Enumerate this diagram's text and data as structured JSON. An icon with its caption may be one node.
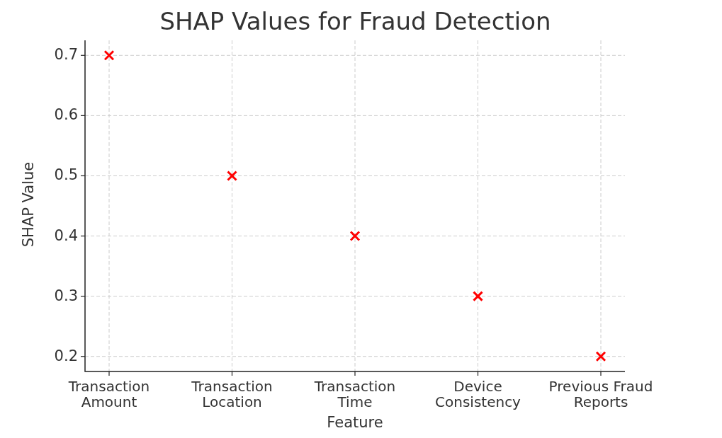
{
  "diagram": {
    "title": "SHAP Values for Fraud Detection",
    "chart_data": {
      "type": "scatter",
      "xlabel": "Feature",
      "ylabel": "SHAP Value",
      "categories": [
        "Transaction Amount",
        "Transaction Location",
        "Transaction Time",
        "Device Consistency",
        "Previous Fraud Reports"
      ],
      "series": [
        {
          "color": "#ff0000",
          "values": [
            0.7,
            0.5,
            0.4,
            0.3,
            0.2
          ]
        }
      ],
      "yticks": [
        0.2,
        0.3,
        0.4,
        0.5,
        0.6,
        0.7
      ],
      "ylim": [
        0.175,
        0.725
      ],
      "grid": true
    }
  }
}
